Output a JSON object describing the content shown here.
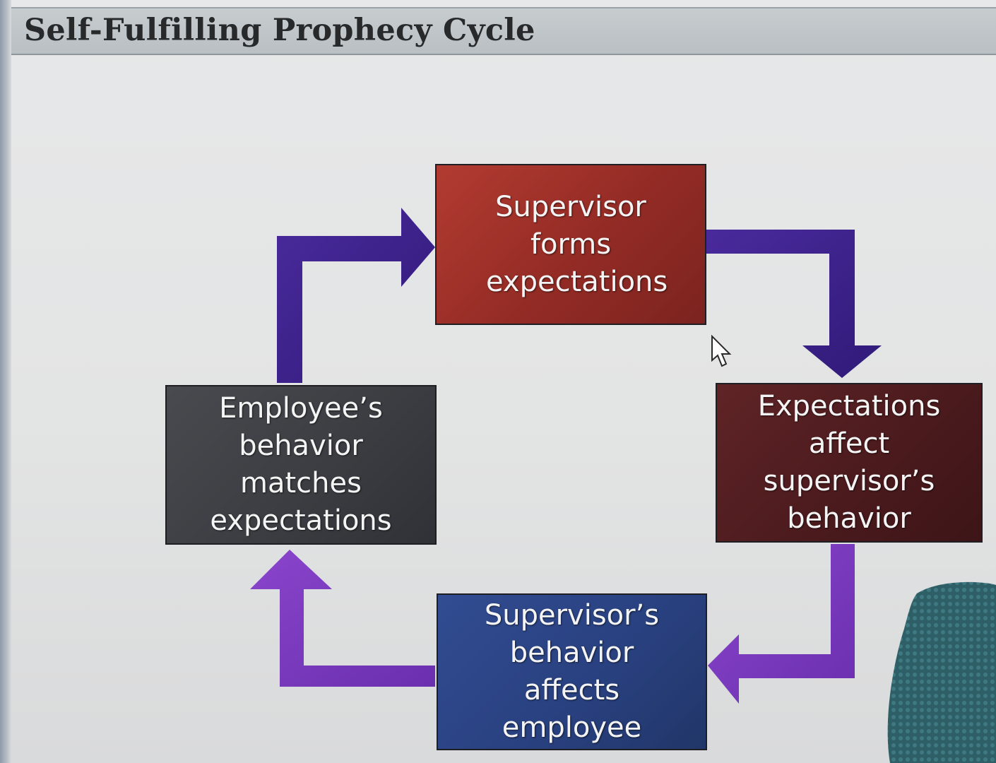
{
  "title": "Self-Fulfilling Prophecy Cycle",
  "diagram": {
    "type": "cycle",
    "nodes": {
      "top": "Supervisor forms expectations",
      "right": "Expectations affect supervisor’s behavior",
      "bottom": "Supervisor’s behavior affects employee",
      "left": "Employee’s behavior matches expectations"
    },
    "flow": [
      "top",
      "right",
      "bottom",
      "left",
      "top"
    ],
    "colors": {
      "top_box": "#9a2f28",
      "right_box": "#4a1a1d",
      "bottom_box": "#28407e",
      "left_box": "#3b3c41",
      "arrow_dark": "#3d1f8c",
      "arrow_light": "#7d3bc0"
    }
  },
  "icons": {
    "cursor": "mouse-pointer-icon"
  }
}
